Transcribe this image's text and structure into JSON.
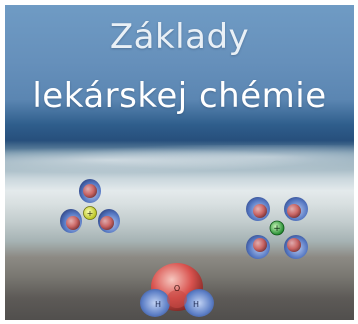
{
  "cover": {
    "title_line1": "Základy",
    "title_line2": "lekárskej chémie"
  },
  "molecules": {
    "left": {
      "center_color": "#d8e23a"
    },
    "right": {
      "center_color": "#39b54a"
    },
    "bottom": {
      "atom_labels": [
        "H",
        "O",
        "H"
      ],
      "color": "#d9534f"
    }
  },
  "colors": {
    "sky": "#6690bb",
    "sea": "#274f7c",
    "foam": "#e4eaec",
    "sand": "#7a7872"
  }
}
